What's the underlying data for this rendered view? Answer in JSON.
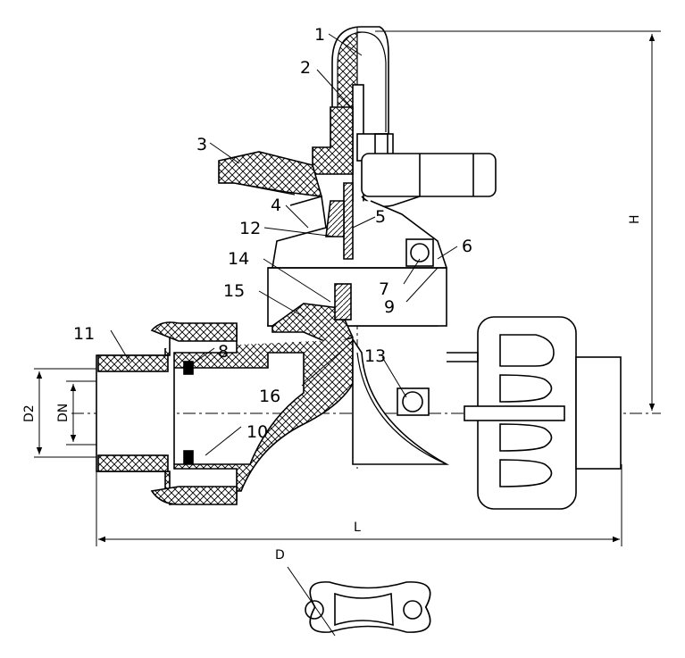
{
  "part_labels": [
    "1",
    "2",
    "3",
    "4",
    "5",
    "6",
    "7",
    "8",
    "9",
    "10",
    "11",
    "12",
    "13",
    "14",
    "15",
    "16"
  ],
  "dimensions": {
    "height": "H",
    "length": "L",
    "outer_diameter": "D2",
    "nominal_diameter": "DN",
    "flange_diameter": "D"
  }
}
